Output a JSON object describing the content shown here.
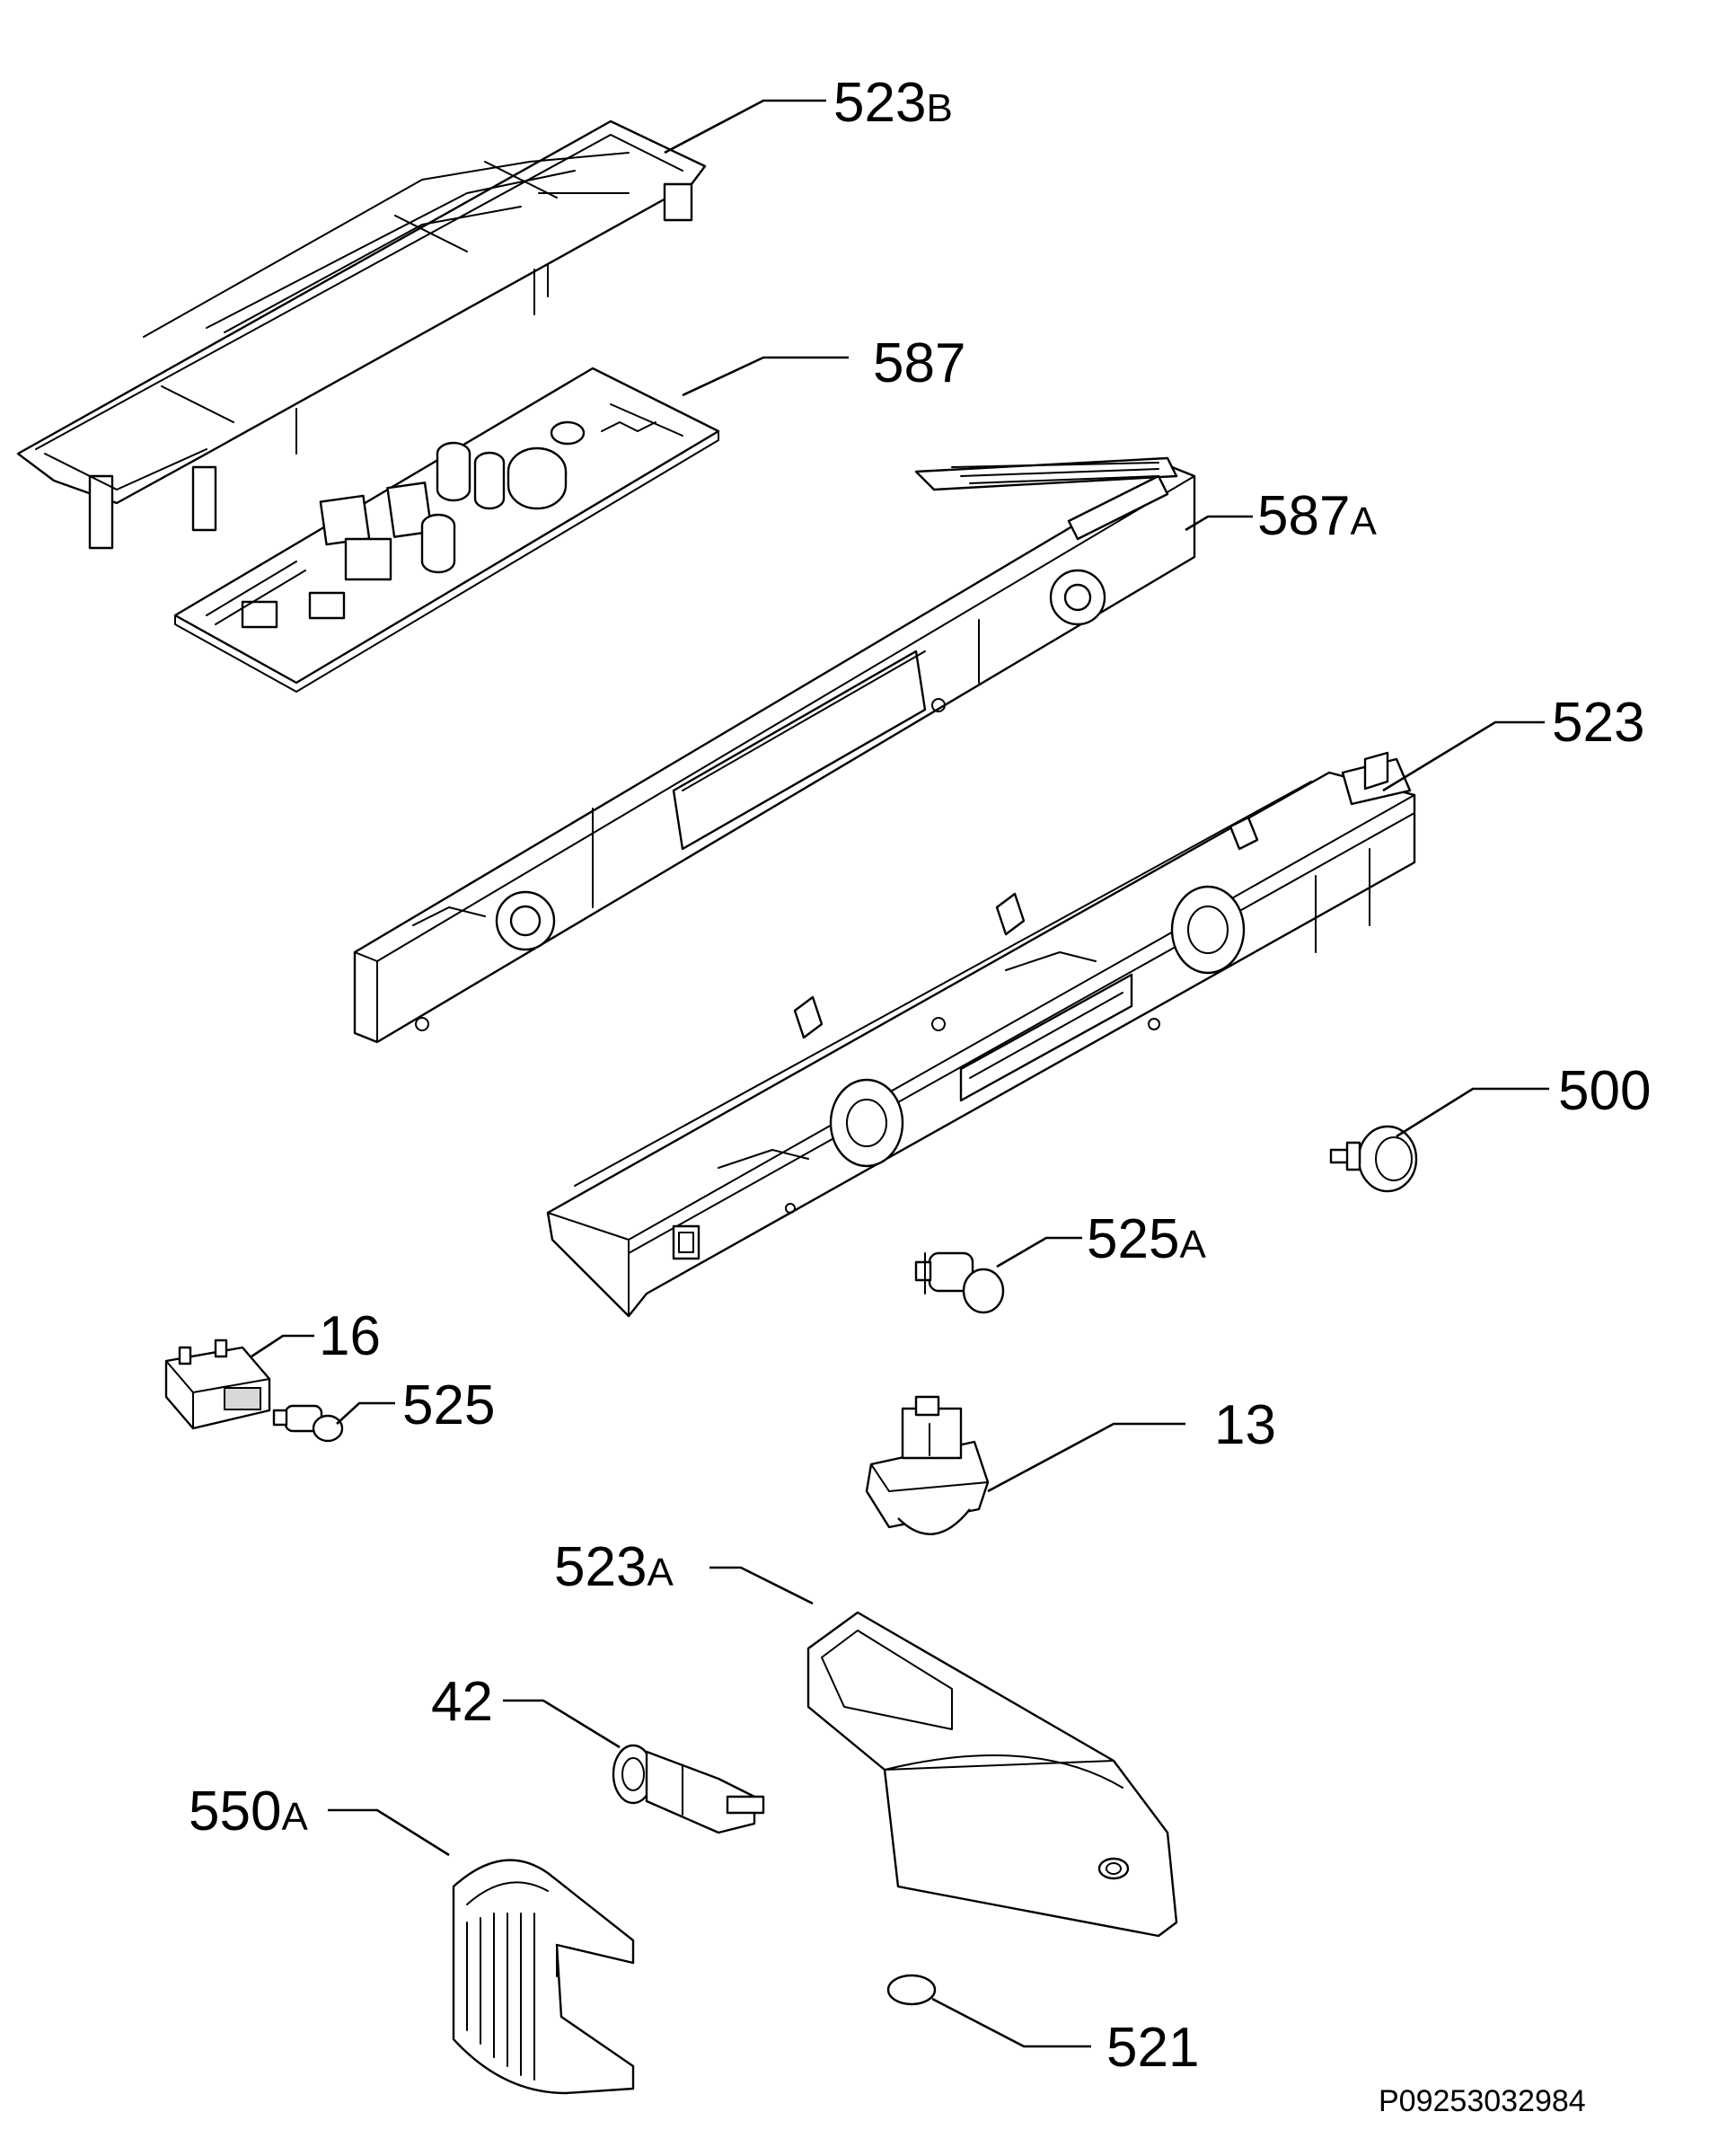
{
  "callouts": {
    "c523b": {
      "num": "523",
      "suffix": "B"
    },
    "c587": {
      "num": "587",
      "suffix": ""
    },
    "c587a": {
      "num": "587",
      "suffix": "A"
    },
    "c523": {
      "num": "523",
      "suffix": ""
    },
    "c500": {
      "num": "500",
      "suffix": ""
    },
    "c525a": {
      "num": "525",
      "suffix": "A"
    },
    "c16": {
      "num": "16",
      "suffix": ""
    },
    "c525": {
      "num": "525",
      "suffix": ""
    },
    "c13": {
      "num": "13",
      "suffix": ""
    },
    "c523a": {
      "num": "523",
      "suffix": "A"
    },
    "c42": {
      "num": "42",
      "suffix": ""
    },
    "c550a": {
      "num": "550",
      "suffix": "A"
    },
    "c521": {
      "num": "521",
      "suffix": ""
    }
  },
  "reference_code": "P09253032984"
}
